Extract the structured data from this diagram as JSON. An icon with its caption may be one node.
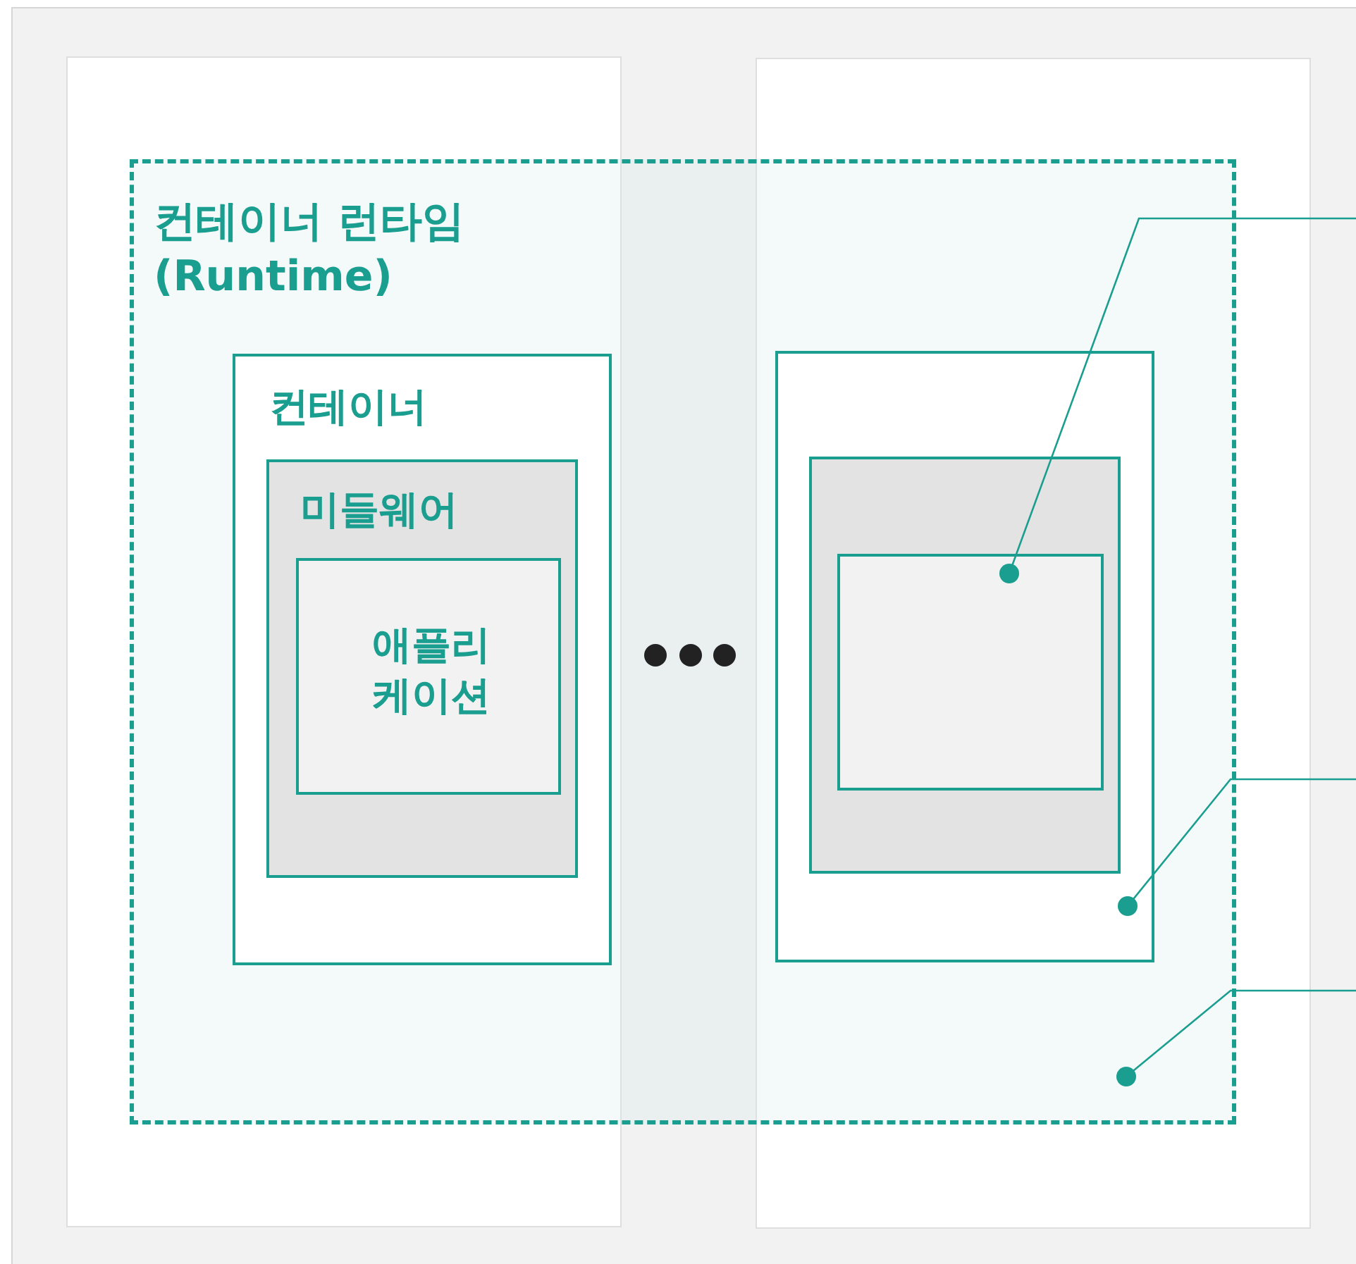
{
  "diagram": {
    "nodes": [
      {
        "text": [
          "컨테이너 런타임 (Runtime)"
        ]
      },
      {
        "text": [
          "컨테이너"
        ],
        "in": 0
      },
      {
        "text": [
          "미들웨어"
        ],
        "in": 1
      },
      {
        "text": [
          "애플리 케이션"
        ],
        "in": 2
      },
      {
        "text": [],
        "shape": "box",
        "in": 0
      },
      {
        "text": [],
        "shape": "box",
        "in": 4
      },
      {
        "text": [],
        "shape": "box",
        "in": 5
      }
    ],
    "edges": [
      {
        "from": null,
        "to": 6,
        "arrow": "other"
      },
      {
        "from": null,
        "to": 4,
        "arrow": "other"
      },
      {
        "from": null,
        "to": 0,
        "arrow": "other"
      }
    ]
  }
}
